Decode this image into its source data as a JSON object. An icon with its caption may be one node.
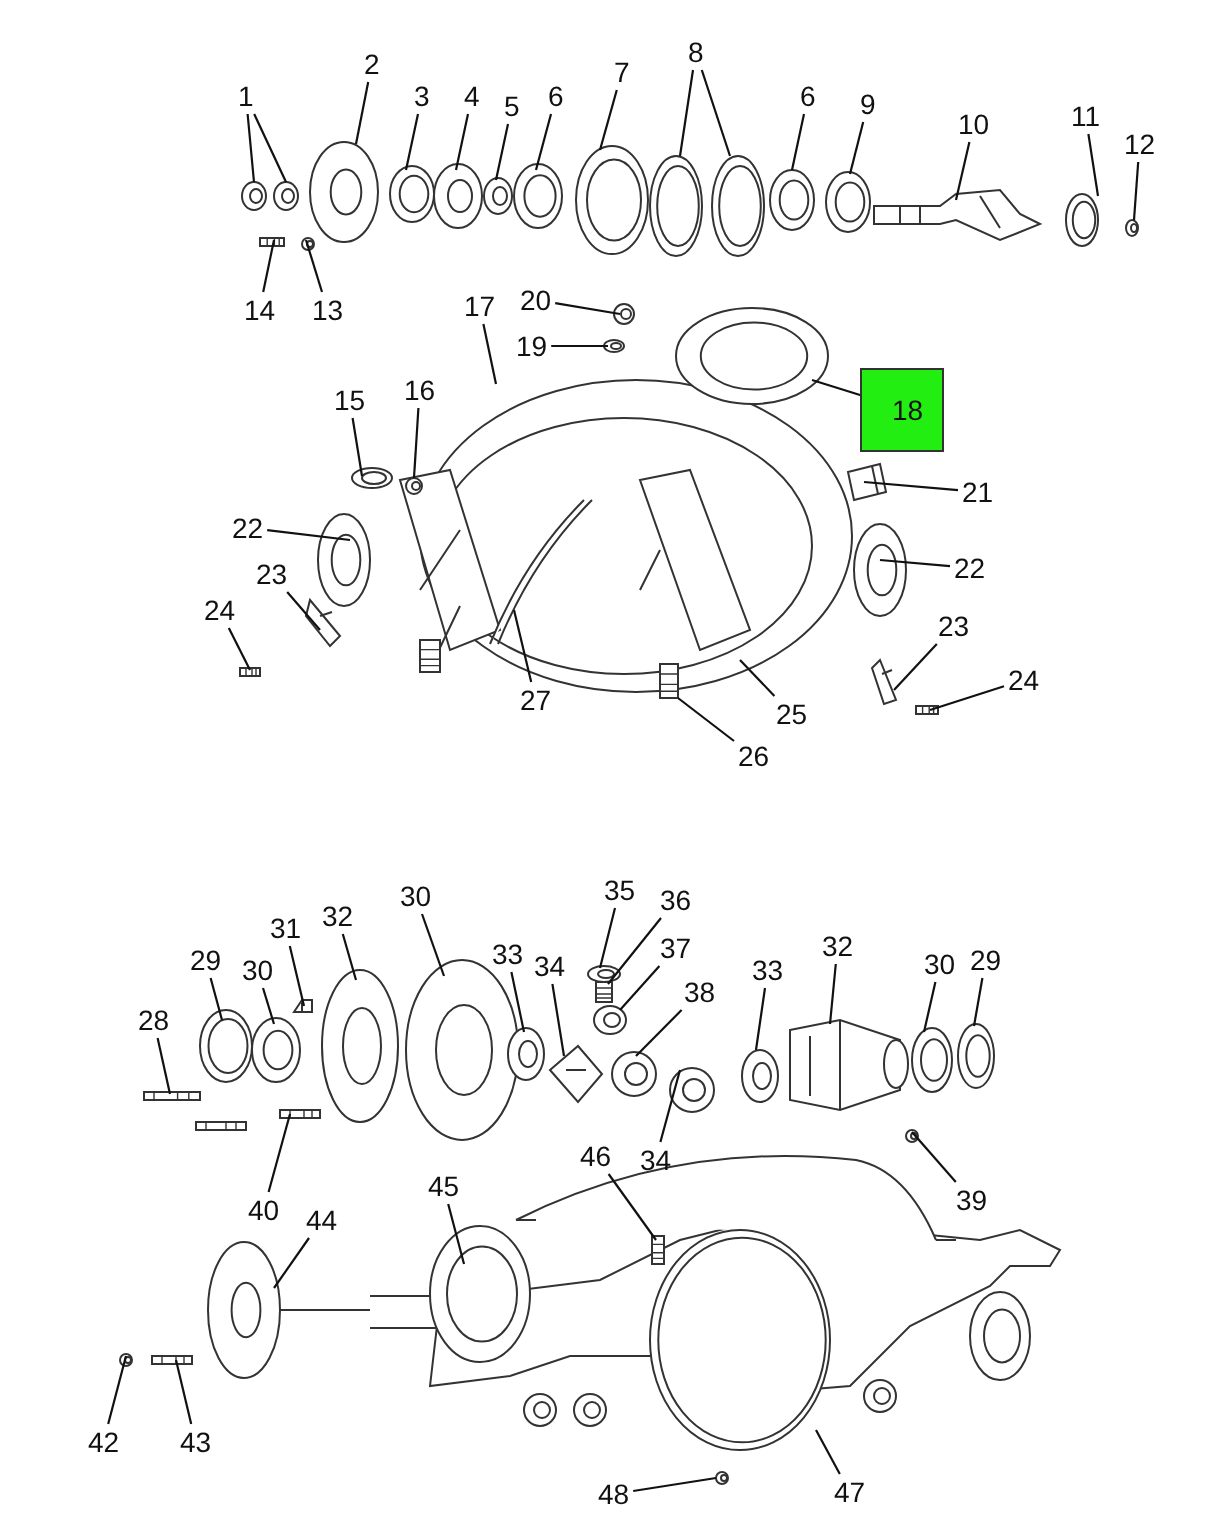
{
  "diagram": {
    "nodes": [
      {
        "text": [
          "1"
        ]
      },
      {
        "text": [
          "2"
        ]
      },
      {
        "text": [
          "3"
        ]
      },
      {
        "text": [
          "4"
        ]
      },
      {
        "text": [
          "5"
        ]
      },
      {
        "text": [
          "6"
        ]
      },
      {
        "text": [
          "7"
        ]
      },
      {
        "text": [
          "8"
        ]
      },
      {
        "text": [
          "6"
        ]
      },
      {
        "text": [
          "9"
        ]
      },
      {
        "text": [
          "10"
        ]
      },
      {
        "text": [
          "11"
        ]
      },
      {
        "text": [
          "12"
        ]
      },
      {
        "text": [
          "14"
        ]
      },
      {
        "text": [
          "13"
        ]
      },
      {
        "text": [
          "20"
        ]
      },
      {
        "text": [
          "19"
        ]
      },
      {
        "text": [
          "17"
        ]
      },
      {
        "text": [
          "18"
        ]
      },
      {
        "text": [
          "15"
        ]
      },
      {
        "text": [
          "16"
        ]
      },
      {
        "text": [
          "21"
        ]
      },
      {
        "text": [
          "22"
        ]
      },
      {
        "text": [
          "22"
        ]
      },
      {
        "text": [
          "23"
        ]
      },
      {
        "text": [
          "24"
        ]
      },
      {
        "text": [
          "23"
        ]
      },
      {
        "text": [
          "24"
        ]
      },
      {
        "text": [
          "27"
        ]
      },
      {
        "text": [
          "25"
        ]
      },
      {
        "text": [
          "26"
        ]
      },
      {
        "text": [
          "35"
        ]
      },
      {
        "text": [
          "36"
        ]
      },
      {
        "text": [
          "30"
        ]
      },
      {
        "text": [
          "32"
        ]
      },
      {
        "text": [
          "31"
        ]
      },
      {
        "text": [
          "37"
        ]
      },
      {
        "text": [
          "29"
        ]
      },
      {
        "text": [
          "30"
        ]
      },
      {
        "text": [
          "33"
        ]
      },
      {
        "text": [
          "34"
        ]
      },
      {
        "text": [
          "33"
        ]
      },
      {
        "text": [
          "32"
        ]
      },
      {
        "text": [
          "30"
        ]
      },
      {
        "text": [
          "29"
        ]
      },
      {
        "text": [
          "38"
        ]
      },
      {
        "text": [
          "28"
        ]
      },
      {
        "text": [
          "34"
        ]
      },
      {
        "text": [
          "46"
        ]
      },
      {
        "text": [
          "45"
        ]
      },
      {
        "text": [
          "39"
        ]
      },
      {
        "text": [
          "40"
        ]
      },
      {
        "text": [
          "44"
        ]
      },
      {
        "text": [
          "42"
        ]
      },
      {
        "text": [
          "43"
        ]
      },
      {
        "text": [
          "48"
        ]
      },
      {
        "text": [
          "47"
        ]
      },
      {
        "text": [],
        "shape": "picture"
      },
      {
        "text": [],
        "shape": "picture"
      },
      {
        "text": [],
        "shape": "picture"
      },
      {
        "text": [],
        "shape": "picture"
      },
      {
        "text": [],
        "shape": "picture"
      },
      {
        "text": [],
        "shape": "picture"
      },
      {
        "text": [],
        "shape": "picture"
      },
      {
        "text": [],
        "shape": "picture"
      },
      {
        "text": [],
        "shape": "picture"
      },
      {
        "text": [],
        "shape": "picture"
      },
      {
        "text": [],
        "shape": "picture"
      },
      {
        "text": [],
        "shape": "picture"
      },
      {
        "text": [],
        "shape": "picture"
      },
      {
        "text": [],
        "shape": "picture"
      },
      {
        "text": [],
        "shape": "picture"
      },
      {
        "text": [],
        "shape": "picture"
      },
      {
        "text": [],
        "shape": "picture"
      },
      {
        "text": [],
        "shape": "picture"
      },
      {
        "text": [],
        "shape": "picture"
      },
      {
        "text": [],
        "shape": "picture"
      },
      {
        "text": [],
        "shape": "picture",
        "in": 76
      },
      {
        "text": [],
        "shape": "picture"
      },
      {
        "text": [],
        "shape": "picture"
      },
      {
        "text": [],
        "shape": "picture"
      },
      {
        "text": [],
        "shape": "picture"
      },
      {
        "text": [],
        "shape": "picture"
      },
      {
        "text": [],
        "shape": "picture"
      },
      {
        "text": [],
        "shape": "picture"
      },
      {
        "text": [],
        "shape": "picture"
      },
      {
        "text": [],
        "shape": "picture"
      },
      {
        "text": [],
        "shape": "picture"
      },
      {
        "text": [],
        "shape": "picture",
        "in": 76
      },
      {
        "text": [],
        "shape": "picture"
      },
      {
        "text": [],
        "shape": "picture"
      },
      {
        "text": [],
        "shape": "picture"
      },
      {
        "text": [],
        "shape": "picture"
      },
      {
        "text": [],
        "shape": "picture"
      },
      {
        "text": [],
        "shape": "picture"
      },
      {
        "text": [],
        "shape": "picture"
      },
      {
        "text": [],
        "shape": "picture"
      },
      {
        "text": [],
        "shape": "picture"
      },
      {
        "text": [],
        "shape": "picture"
      },
      {
        "text": [],
        "shape": "picture"
      },
      {
        "text": [],
        "shape": "picture"
      },
      {
        "text": [],
        "shape": "picture"
      },
      {
        "text": [],
        "shape": "picture"
      },
      {
        "text": [],
        "shape": "picture"
      },
      {
        "text": [],
        "shape": "picture"
      },
      {
        "text": [],
        "shape": "picture"
      },
      {
        "text": [],
        "shape": "picture"
      },
      {
        "text": [],
        "shape": "picture"
      },
      {
        "text": [],
        "shape": "picture"
      },
      {
        "text": [],
        "shape": "picture"
      },
      {
        "text": [],
        "shape": "picture"
      },
      {
        "text": [],
        "shape": "picture"
      },
      {
        "text": [],
        "shape": "picture"
      },
      {
        "text": [],
        "shape": "picture"
      },
      {
        "text": [],
        "shape": "picture"
      }
    ],
    "edges": [
      {
        "from": 0,
        "to": 57,
        "arrow": "none"
      },
      {
        "from": 0,
        "to": 58,
        "arrow": "none"
      },
      {
        "from": 1,
        "to": 59,
        "arrow": "none"
      },
      {
        "from": 2,
        "to": 60,
        "arrow": "none"
      },
      {
        "from": 3,
        "to": 61,
        "arrow": "none"
      },
      {
        "from": 4,
        "to": 62,
        "arrow": "none"
      },
      {
        "from": 5,
        "to": 63,
        "arrow": "none"
      },
      {
        "from": 6,
        "to": 64,
        "arrow": "none"
      },
      {
        "from": 7,
        "to": 65,
        "arrow": "none"
      },
      {
        "from": 7,
        "to": 66,
        "arrow": "none"
      },
      {
        "from": 8,
        "to": 67,
        "arrow": "none"
      },
      {
        "from": 9,
        "to": 68,
        "arrow": "none"
      },
      {
        "from": 10,
        "to": 69,
        "arrow": "none"
      },
      {
        "from": 11,
        "to": 70,
        "arrow": "none"
      },
      {
        "from": 12,
        "to": 71,
        "arrow": "none"
      },
      {
        "from": 13,
        "to": 72,
        "arrow": "none"
      },
      {
        "from": 14,
        "to": 73,
        "arrow": "none"
      },
      {
        "from": 15,
        "to": 74,
        "arrow": "none"
      },
      {
        "from": 16,
        "to": 75,
        "arrow": "none"
      },
      {
        "from": 17,
        "to": 76,
        "arrow": "none"
      },
      {
        "from": 18,
        "to": 78,
        "arrow": "none"
      },
      {
        "from": 19,
        "to": 79,
        "arrow": "none"
      },
      {
        "from": 20,
        "to": 80,
        "arrow": "none"
      },
      {
        "from": 21,
        "to": 81,
        "arrow": "none"
      },
      {
        "from": 22,
        "to": 82,
        "arrow": "none"
      },
      {
        "from": 23,
        "to": 83,
        "arrow": "none"
      },
      {
        "from": 24,
        "to": 84,
        "arrow": "none"
      },
      {
        "from": 25,
        "to": 85,
        "arrow": "none"
      },
      {
        "from": 26,
        "to": 86,
        "arrow": "none"
      },
      {
        "from": 27,
        "to": 87,
        "arrow": "none"
      },
      {
        "from": 28,
        "to": 77,
        "arrow": "none"
      },
      {
        "from": 29,
        "to": 76,
        "arrow": "none"
      },
      {
        "from": 30,
        "to": 88,
        "arrow": "none"
      },
      {
        "from": 31,
        "to": 97,
        "arrow": "none"
      },
      {
        "from": 32,
        "to": 98,
        "arrow": "none"
      },
      {
        "from": 33,
        "to": 94,
        "arrow": "none"
      },
      {
        "from": 34,
        "to": 93,
        "arrow": "none"
      },
      {
        "from": 35,
        "to": 92,
        "arrow": "none"
      },
      {
        "from": 36,
        "to": 99,
        "arrow": "none"
      },
      {
        "from": 37,
        "to": 90,
        "arrow": "none"
      },
      {
        "from": 38,
        "to": 91,
        "arrow": "none"
      },
      {
        "from": 39,
        "to": 95,
        "arrow": "none"
      },
      {
        "from": 40,
        "to": 96,
        "arrow": "none"
      },
      {
        "from": 41,
        "to": 102,
        "arrow": "none"
      },
      {
        "from": 42,
        "to": 103,
        "arrow": "none"
      },
      {
        "from": 43,
        "to": 104,
        "arrow": "none"
      },
      {
        "from": 44,
        "to": 105,
        "arrow": "none"
      },
      {
        "from": 45,
        "to": 100,
        "arrow": "none"
      },
      {
        "from": 46,
        "to": 89,
        "arrow": "none"
      },
      {
        "from": 47,
        "to": 101,
        "arrow": "none"
      },
      {
        "from": 48,
        "to": 110,
        "arrow": "none"
      },
      {
        "from": 49,
        "to": 109,
        "arrow": "none"
      },
      {
        "from": 50,
        "to": 106,
        "arrow": "none"
      },
      {
        "from": 51,
        "to": 107,
        "arrow": "none"
      },
      {
        "from": 52,
        "to": 108,
        "arrow": "none"
      },
      {
        "from": 53,
        "to": 112,
        "arrow": "none"
      },
      {
        "from": 54,
        "to": 113,
        "arrow": "none"
      },
      {
        "from": 55,
        "to": 114,
        "arrow": "none"
      },
      {
        "from": 56,
        "to": 111,
        "arrow": "none"
      }
    ]
  }
}
